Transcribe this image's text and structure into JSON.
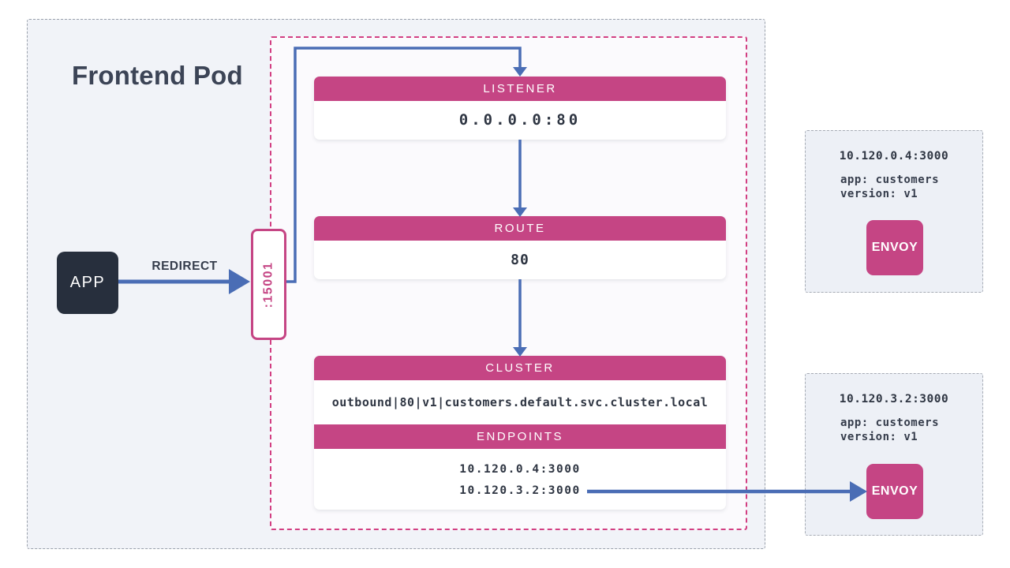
{
  "title": "Frontend Pod",
  "app": {
    "label": "APP"
  },
  "redirect": {
    "label": "REDIRECT"
  },
  "port_badge": {
    "label": ":15001"
  },
  "proxy": {
    "listener": {
      "header": "LISTENER",
      "value": "0.0.0.0:80"
    },
    "route": {
      "header": "ROUTE",
      "value": "80"
    },
    "cluster": {
      "header": "CLUSTER",
      "value": "outbound|80|v1|customers.default.svc.cluster.local"
    },
    "endpoints": {
      "header": "ENDPOINTS",
      "items": [
        "10.120.0.4:3000",
        "10.120.3.2:3000"
      ]
    }
  },
  "workloads": [
    {
      "address": "10.120.0.4:3000",
      "label_app": "app: customers",
      "label_version": "version: v1",
      "proxy_label": "ENVOY"
    },
    {
      "address": "10.120.3.2:3000",
      "label_app": "app: customers",
      "label_version": "version: v1",
      "proxy_label": "ENVOY"
    }
  ],
  "colors": {
    "pink": "#c54584",
    "pink_dashed_border": "#d23f82",
    "arrow_blue": "#4a6db5",
    "dark_slate": "#272f3d",
    "pod_background": "#f1f3f8",
    "workload_background": "#edf0f6"
  }
}
